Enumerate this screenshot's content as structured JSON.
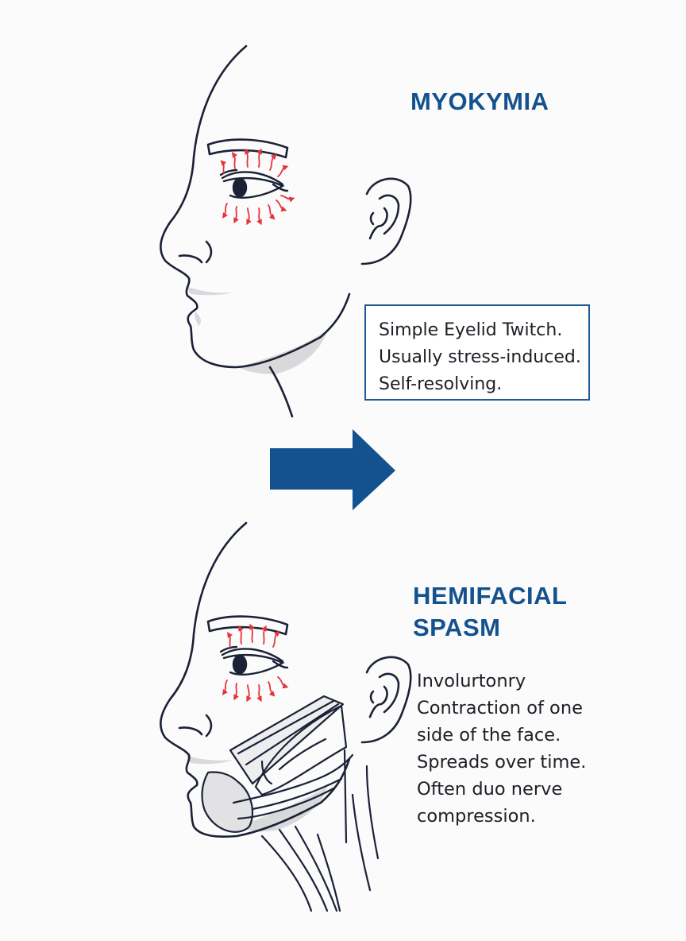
{
  "top_section": {
    "title": "MYOKYMIA",
    "description": [
      "Simple Eyelid Twitch.",
      "Usually stress-induced.",
      "Self-resolving."
    ]
  },
  "bottom_section": {
    "title_lines": [
      "HEMIFACIAL",
      "SPASM"
    ],
    "description": [
      "Involurtonry",
      "Contraction of one",
      "side of the face.",
      "Spreads over time.",
      "Often duo nerve",
      "compression."
    ]
  },
  "colors": {
    "title_blue": "#14528f",
    "arrow_blue": "#13528f",
    "line_dark": "#1b2236",
    "twitch_red": "#e5333b",
    "shade_gray": "#d9d9db"
  },
  "icons": [
    "face-profile-icon",
    "ear-icon",
    "eye-icon",
    "twitch-rays-icon",
    "right-arrow-icon",
    "facial-muscles-icon"
  ]
}
